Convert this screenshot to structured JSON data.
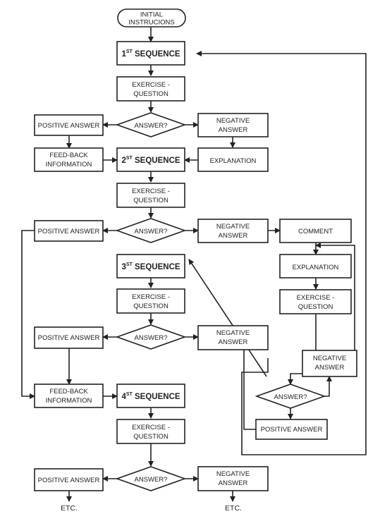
{
  "nodes": {
    "initial": [
      "INITIAL",
      "INSTRUCIONS"
    ],
    "seq1": {
      "num": "1",
      "sup": "ST",
      "word": "SEQUENCE"
    },
    "ex1": [
      "EXERCISE -",
      "QUESTION"
    ],
    "ans1": "ANSWER?",
    "pos1": "POSITIVE ANSWER",
    "neg1": [
      "NEGATIVE",
      "ANSWER"
    ],
    "fb1": [
      "FEED-BACK",
      "INFORMATION"
    ],
    "seq2": {
      "num": "2",
      "sup": "ST",
      "word": "SEQUENCE"
    },
    "expl1": "EXPLANATION",
    "ex2": [
      "EXERCISE -",
      "QUESTION"
    ],
    "ans2": "ANSWER?",
    "pos2": "POSITIVE ANSWER",
    "neg2": [
      "NEGATIVE",
      "ANSWER"
    ],
    "comment": "COMMENT",
    "seq3": {
      "num": "3",
      "sup": "ST",
      "word": "SEQUENCE"
    },
    "expl2": "EXPLANATION",
    "ex3": [
      "EXERCISE -",
      "QUESTION"
    ],
    "exr": [
      "EXERCISE -",
      "QUESTION"
    ],
    "ans3": "ANSWER?",
    "pos3": "POSITIVE ANSWER",
    "neg3": [
      "NEGATIVE",
      "ANSWER"
    ],
    "negr": [
      "NEGATIVE",
      "ANSWER"
    ],
    "fb2": [
      "FEED-BACK",
      "INFORMATION"
    ],
    "seq4": {
      "num": "4",
      "sup": "ST",
      "word": "SEQUENCE"
    },
    "ansr": "ANSWER?",
    "posr": "POSITIVE ANSWER",
    "ex4": [
      "EXERCISE -",
      "QUESTION"
    ],
    "ans4": "ANSWER?",
    "pos4": "POSITIVE ANSWER",
    "neg4": [
      "NEGATIVE",
      "ANSWER"
    ],
    "etc_left": "ETC.",
    "etc_right": "ETC."
  }
}
